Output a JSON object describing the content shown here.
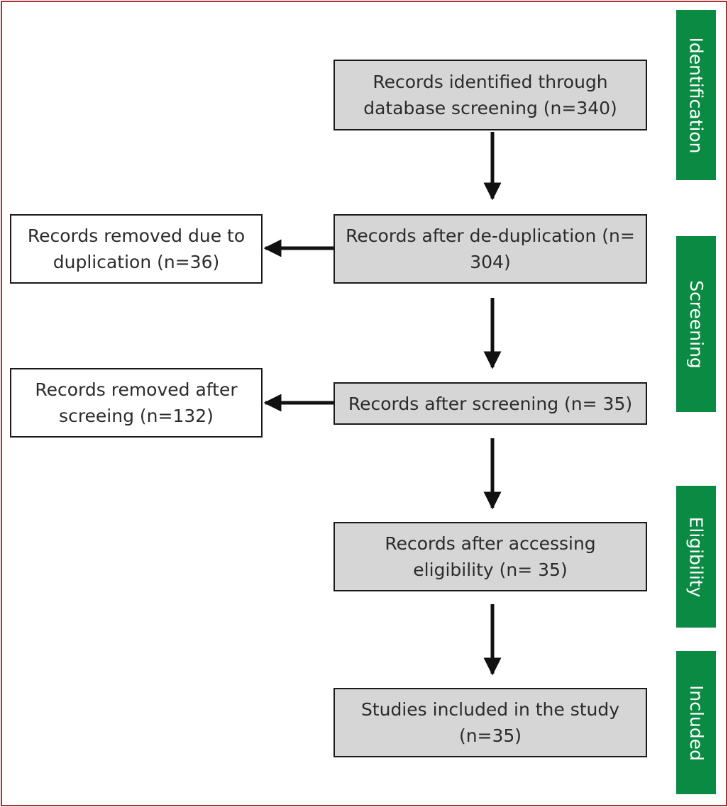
{
  "boxes": {
    "identified": "Records identified through database screening (n=340)",
    "deduplicated": "Records after de-duplication (n= 304)",
    "removed_duplication": "Records removed due to duplication (n=36)",
    "after_screening": "Records after screening (n= 35)",
    "removed_screening": "Records removed after screeing (n=132)",
    "eligibility": "Records after accessing eligibility (n= 35)",
    "included": "Studies included in the study (n=35)"
  },
  "stages": {
    "identification": "Identification",
    "screening": "Screening",
    "eligibility": "Eligibility",
    "included": "Included"
  },
  "colors": {
    "stage_fill": "#0a8a43",
    "box_fill": "#d6d6d6",
    "border": "#b03030"
  }
}
